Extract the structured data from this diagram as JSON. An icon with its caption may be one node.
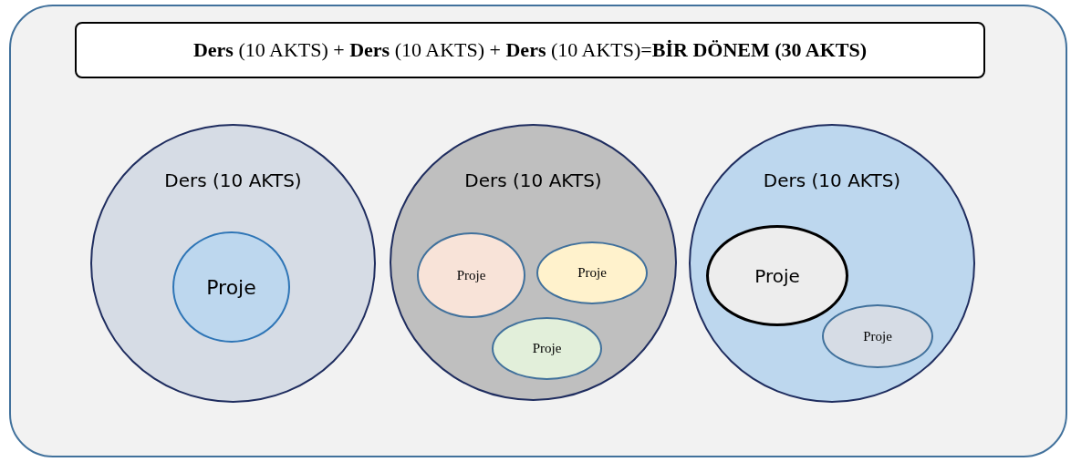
{
  "diagram": {
    "nodes": [
      {
        "text": [],
        "shape": "box"
      },
      {
        "text": [
          "**Ders** (10 AKTS) + **Ders** (10 AKTS) + **Ders** (10 AKTS)=**BİR DÖNEM (30 AKTS)**"
        ],
        "in": 0
      },
      {
        "text": [
          "Ders (10 AKTS)"
        ],
        "in": 0
      },
      {
        "text": [
          "Proje"
        ],
        "in": 2
      },
      {
        "text": [
          "Ders (10 AKTS)"
        ],
        "in": 0
      },
      {
        "text": [
          "Proje"
        ],
        "in": 4
      },
      {
        "text": [
          "Proje"
        ],
        "in": 4
      },
      {
        "text": [
          "Proje"
        ],
        "in": 4
      },
      {
        "text": [
          "Ders (10 AKTS)"
        ],
        "in": 0
      },
      {
        "text": [
          "Proje"
        ],
        "in": 8
      },
      {
        "text": [
          "Proje"
        ],
        "in": 8
      }
    ],
    "edges": []
  }
}
